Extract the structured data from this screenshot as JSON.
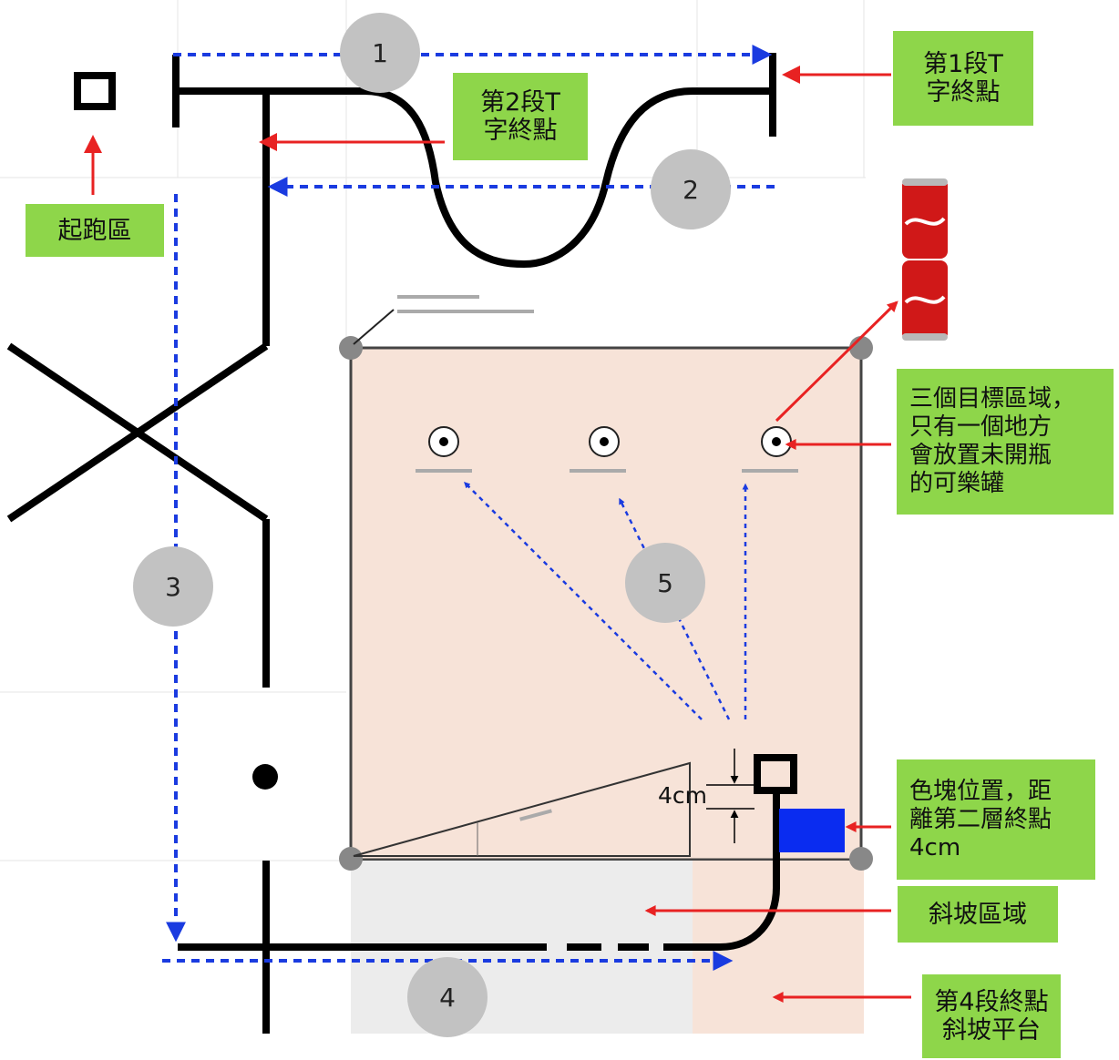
{
  "labels": {
    "seg1_end": "第1段T\n字終點",
    "seg2_end": "第2段T\n字終點",
    "start_zone": "起跑區",
    "target_zones": "三個目標區域，\n 只有一個地方\n 會放置未開瓶\n的可樂罐",
    "block_position": "色塊位置，距\n離第二層終點\n4cm",
    "ramp_zone": "斜坡區域",
    "seg4_end": "第4段終點\n斜坡平台",
    "distance": "4cm"
  },
  "steps": [
    "1",
    "2",
    "3",
    "4",
    "5"
  ],
  "colors": {
    "track_line": "#000000",
    "route_arrow": "#1a3be0",
    "pointer_arrow": "#e82222",
    "label_bg": "#8ed64a",
    "platform": "#f7e3d8",
    "ramp_area": "#ececec",
    "step_circle": "#c2c2c2",
    "color_block": "#0a2cf0"
  }
}
